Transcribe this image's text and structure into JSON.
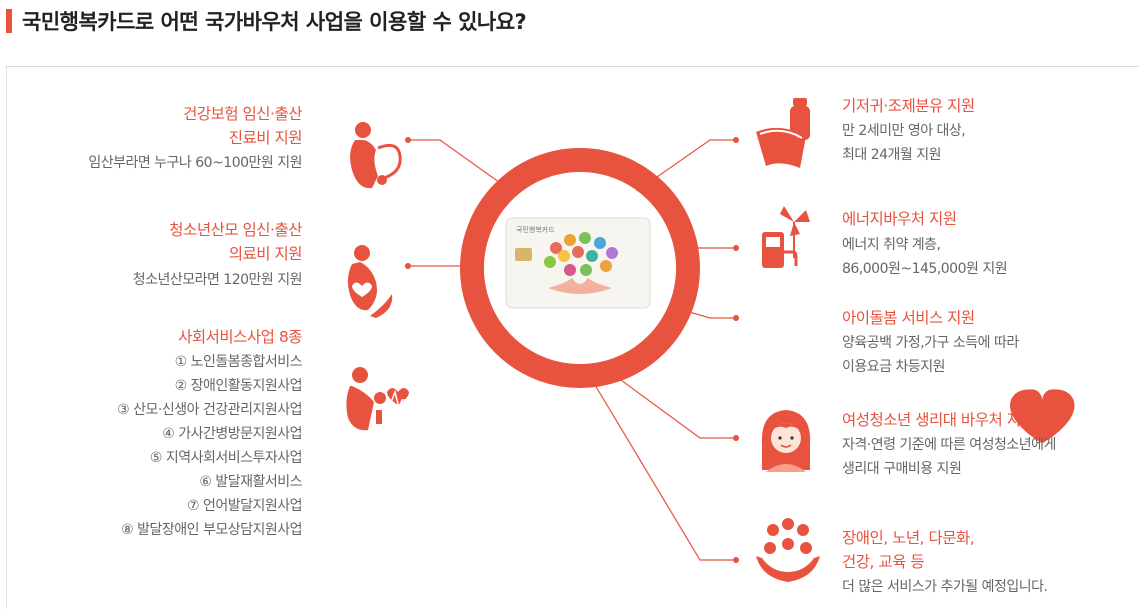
{
  "heading": "국민행복카드로 어떤 국가바우처 사업을 이용할 수 있나요?",
  "colors": {
    "accent": "#e8533f",
    "ring": "#e8533f",
    "text": "#666666"
  },
  "card": {
    "label": "국민행복카드"
  },
  "left": [
    {
      "title1": "건강보험 임신·출산",
      "title2": "진료비 지원",
      "desc": "임산부라면 누구나 60~100만원 지원",
      "icon": "pregnant-stethoscope-icon"
    },
    {
      "title1": "청소년산모 임신·출산",
      "title2": "의료비 지원",
      "desc": "청소년산모라면 120만원 지원",
      "icon": "pregnant-heart-icon"
    },
    {
      "title1": "사회서비스사업 8종",
      "items": [
        "① 노인돌봄종합서비스",
        "② 장애인활동지원사업",
        "③ 산모·신생아 건강관리지원사업",
        "④ 가사간병방문지원사업",
        "⑤ 지역사회서비스투자사업",
        "⑥ 발달재활서비스",
        "⑦ 언어발달지원사업",
        "⑧ 발달장애인 부모상담지원사업"
      ],
      "icon": "mother-baby-heartbeat-icon"
    }
  ],
  "right": [
    {
      "title": "기저귀·조제분유 지원",
      "desc1": "만 2세미만 영아 대상,",
      "desc2": "최대 24개월 지원",
      "icon": "diaper-bottle-icon"
    },
    {
      "title": "에너지바우처 지원",
      "desc1": "에너지 취약 계층,",
      "desc2": "86,000원~145,000원 지원",
      "icon": "fuel-windmill-icon"
    },
    {
      "title": "아이돌봄 서비스 지원",
      "desc1": "양육공백 가정,가구 소득에 따라",
      "desc2": "이용요금 차등지원",
      "icon": "heart-family-icon"
    },
    {
      "title": "여성청소년 생리대 바우처 지원",
      "desc1": "자격·연령 기준에 따른 여성청소년에게",
      "desc2": "생리대 구매비용 지원",
      "icon": "girl-face-icon"
    },
    {
      "title1": "장애인, 노년, 다문화,",
      "title2": "건강, 교육 등",
      "desc": "더 많은 서비스가 추가될 예정입니다.",
      "icon": "hands-services-icon"
    }
  ]
}
